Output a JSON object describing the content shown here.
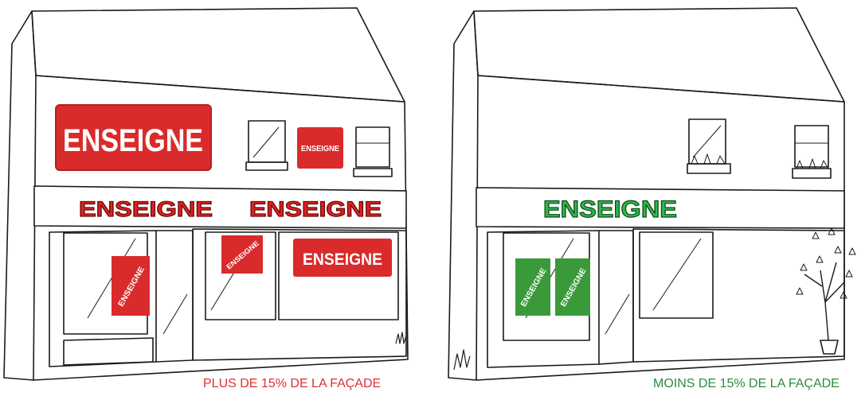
{
  "left_panel": {
    "signs": {
      "big_window": "ENSEIGNE",
      "small_window": "ENSEIGNE",
      "band_1": "ENSEIGNE",
      "band_2": "ENSEIGNE",
      "door_sticker": "ENSEIGNE",
      "center_sticker": "ENSEIGNE",
      "right_panel_sign": "ENSEIGNE"
    },
    "caption": "PLUS DE 15% DE LA FAÇADE"
  },
  "right_panel": {
    "signs": {
      "band": "ENSEIGNE",
      "sticker_1": "ENSEIGNE",
      "sticker_2": "ENSEIGNE"
    },
    "caption": "MOINS DE 15% DE LA FAÇADE"
  },
  "colors": {
    "excess": "#d92b2b",
    "compliant": "#2f9e44",
    "line": "#1a1a1a",
    "caption_red": "#e03030",
    "caption_green": "#2e8b3a"
  }
}
